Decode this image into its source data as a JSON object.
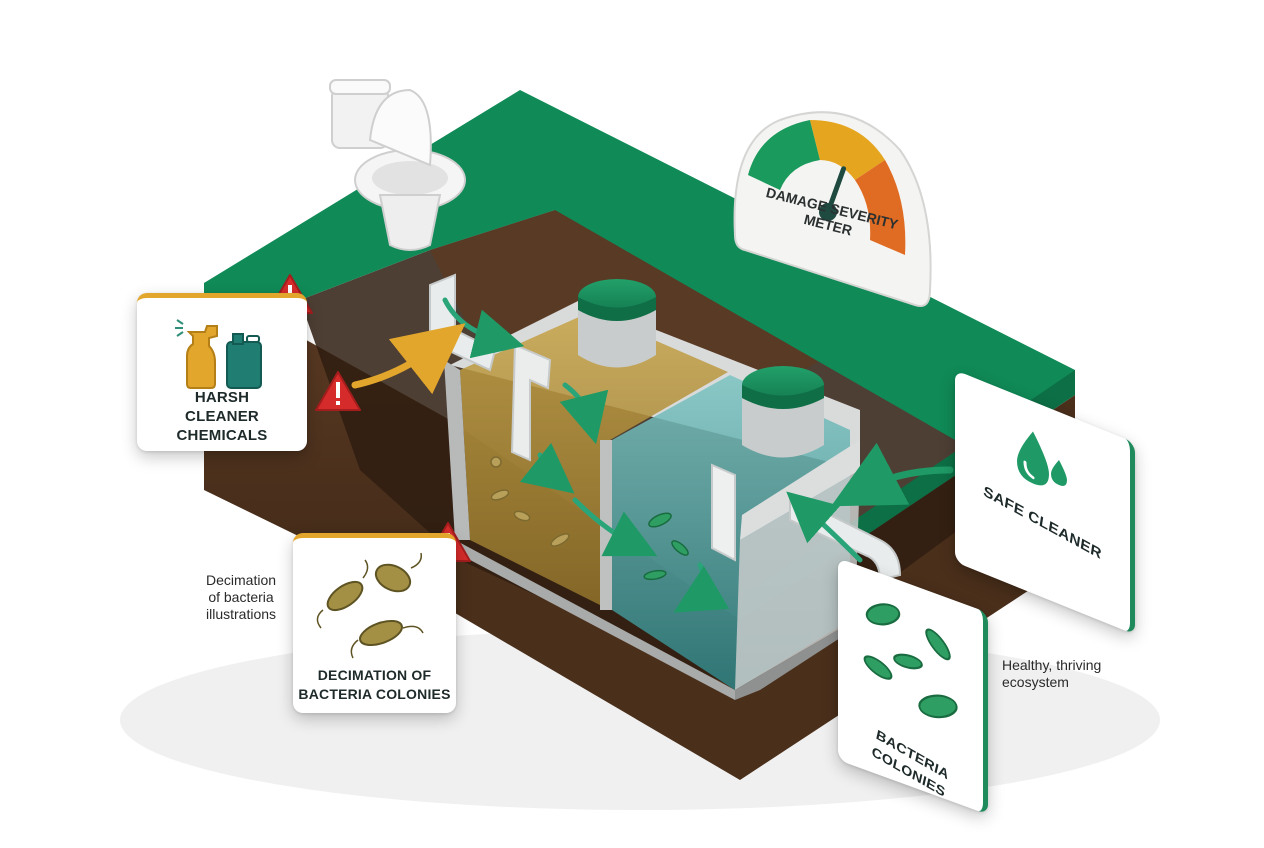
{
  "labels": {
    "harsh_cleaner_chemicals": "HARSH\nCLEANER\nCHEMICALS",
    "decimation_card": "DECIMATION OF\nBACTERIA COLONIES",
    "decimation_note": "Decimation\nof bacteria\nillustrations",
    "damage_severity_meter": "DAMAGE SEVERITY\nMETER",
    "safe_cleaner": "SAFE CLEANER",
    "bacteria_colonies": "BACTERIA COLONIES",
    "healthy_note": "Healthy, thriving\necosystem"
  },
  "gauge": {
    "reading": 0.66
  },
  "colors": {
    "grass": "#108a57",
    "soil": "#5a3a23",
    "soil_dark": "#3d2616",
    "concrete": "#c7c9c9",
    "dirty_water": "#b59232",
    "clean_water": "#4a9d9c",
    "danger": "#d62b2b",
    "harsh_accent": "#e3a62c",
    "safe_accent": "#1f8a5b"
  },
  "icons": [
    "toilet-icon",
    "spray-bottle-icon",
    "jerrycan-icon",
    "water-drop-icon",
    "bacteria-icon",
    "warning-icon"
  ]
}
